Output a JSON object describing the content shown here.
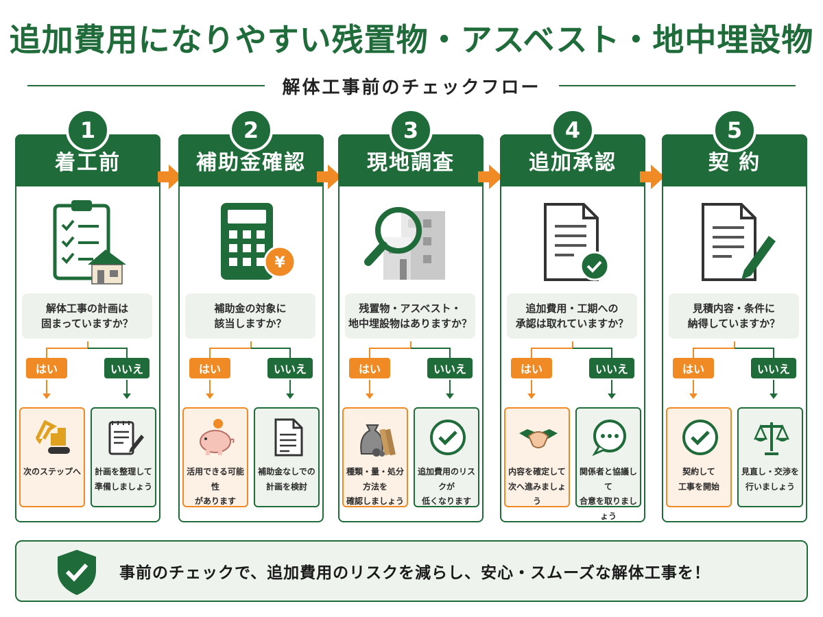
{
  "title": "追加費用になりやすい残置物・アスベスト・地中埋設物",
  "subtitle": "解体工事前のチェックフロー",
  "yes_label": "はい",
  "no_label": "いいえ",
  "colors": {
    "green": "#1f6b3a",
    "orange": "#f08a24",
    "light_green": "#eef4ed",
    "light_orange": "#fdf0e4"
  },
  "steps": [
    {
      "number": "1",
      "title": "着工前",
      "icon": "clipboard-house-icon",
      "question": "解体工事の計画は\n固まっていますか？",
      "yes": {
        "icon": "excavator-icon",
        "text": "次のステップへ"
      },
      "no": {
        "icon": "notepad-pencil-icon",
        "text": "計画を整理して\n準備しましょう"
      }
    },
    {
      "number": "2",
      "title": "補助金確認",
      "icon": "calculator-yen-icon",
      "question": "補助金の対象に\n該当しますか？",
      "yes": {
        "icon": "piggy-bank-icon",
        "text": "活用できる可能性\nがあります"
      },
      "no": {
        "icon": "document-icon",
        "text": "補助金なしでの\n計画を検討"
      }
    },
    {
      "number": "3",
      "title": "現地調査",
      "icon": "magnifier-building-icon",
      "question": "残置物・アスベスト・\n地中埋設物はありますか？",
      "yes": {
        "icon": "debris-bag-icon",
        "text": "種類・量・処分方法を\n確認しましょう"
      },
      "no": {
        "icon": "check-circle-icon",
        "text": "追加費用のリスクが\n低くなります"
      }
    },
    {
      "number": "4",
      "title": "追加承認",
      "icon": "document-check-icon",
      "question": "追加費用・工期への\n承認は取れていますか？",
      "yes": {
        "icon": "handshake-icon",
        "text": "内容を確定して\n次へ進みましょう"
      },
      "no": {
        "icon": "speech-bubble-icon",
        "text": "関係者と協議して\n合意を取りましょう"
      }
    },
    {
      "number": "5",
      "title": "契 約",
      "icon": "contract-pen-icon",
      "question": "見積内容・条件に\n納得していますか？",
      "yes": {
        "icon": "check-circle-icon",
        "text": "契約して\n工事を開始"
      },
      "no": {
        "icon": "scales-icon",
        "text": "見直し・交渉を\n行いましょう"
      }
    }
  ],
  "footer": {
    "icon": "shield-check-icon",
    "text": "事前のチェックで、追加費用のリスクを減らし、安心・スムーズな解体工事を！"
  }
}
